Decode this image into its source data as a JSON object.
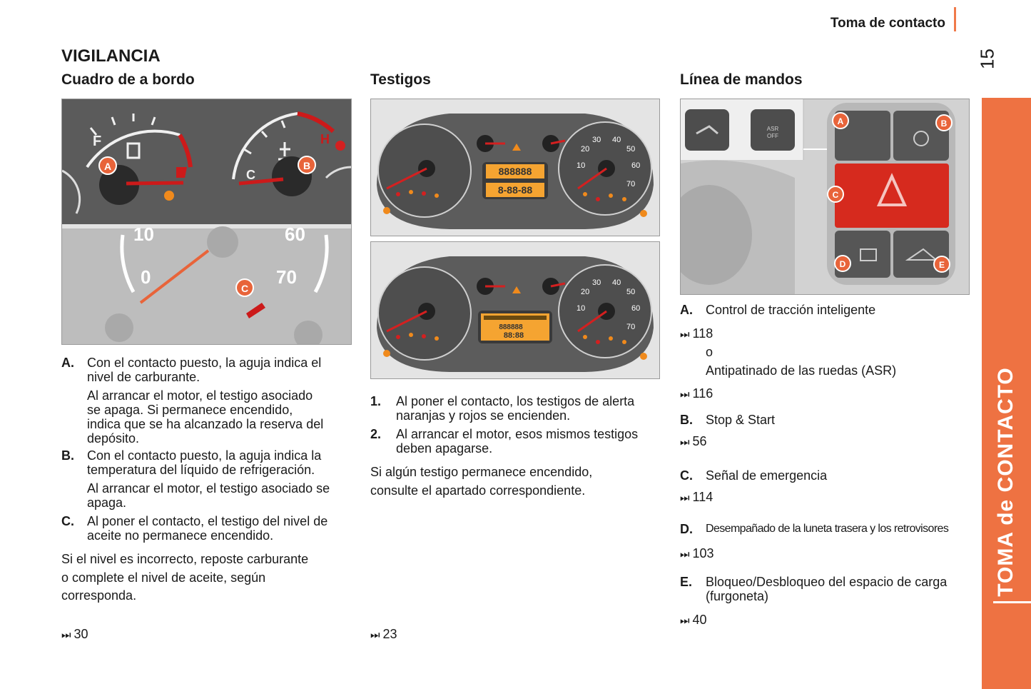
{
  "header": {
    "section": "Toma de contacto",
    "page": "15"
  },
  "side_tab": {
    "label": "TOMA de CONTACTO"
  },
  "title": "VIGILANCIA",
  "col1": {
    "heading": "Cuadro de a bordo",
    "image": {
      "markers": [
        "A",
        "B",
        "C"
      ],
      "gauge_labels": [
        "F",
        "10",
        "0",
        "60",
        "70"
      ]
    },
    "items": [
      {
        "letter": "A.",
        "lines": [
          "Con el contacto puesto, la aguja indica el",
          "nivel de carburante."
        ]
      },
      {
        "letter": "",
        "lines": [
          "Al arrancar el motor, el testigo asociado",
          "se apaga. Si permanece encendido,",
          "indica que se ha alcanzado la reserva del",
          "depósito."
        ]
      },
      {
        "letter": "B.",
        "lines": [
          "Con el contacto puesto, la aguja indica la",
          "temperatura del líquido de refrigeración."
        ]
      },
      {
        "letter": "",
        "lines": [
          "Al arrancar el motor, el testigo asociado se",
          "apaga."
        ]
      },
      {
        "letter": "C.",
        "lines": [
          "Al poner el contacto, el testigo del nivel de",
          "aceite no permanece encendido."
        ]
      }
    ],
    "note": [
      "Si el nivel es incorrecto, reposte carburante",
      "o complete el nivel de aceite, según",
      "corresponda."
    ],
    "ref": "30"
  },
  "col2": {
    "heading": "Testigos",
    "cluster1": {
      "display_top": "888888",
      "display_bottom": "8-88-88"
    },
    "cluster2": {
      "display_top": "888888",
      "display_bottom": "88:88"
    },
    "items": [
      {
        "letter": "1.",
        "lines": [
          "Al poner el contacto, los testigos de alerta",
          "naranjas y rojos se encienden."
        ]
      },
      {
        "letter": "2.",
        "lines": [
          "Al arrancar el motor, esos mismos testigos",
          "deben apagarse."
        ]
      }
    ],
    "note": [
      "Si algún testigo permanece encendido,",
      "consulte el apartado correspondiente."
    ],
    "ref": "23"
  },
  "col3": {
    "heading": "Línea de mandos",
    "image": {
      "markers": [
        "A",
        "B",
        "C",
        "D",
        "E"
      ],
      "asr_label": [
        "ASR",
        "OFF"
      ]
    },
    "entries": [
      {
        "letter": "A.",
        "text": "Control de tracción inteligente",
        "ref": "118",
        "or": "o",
        "extra": "Antipatinado de las ruedas (ASR)",
        "ref2": "116"
      },
      {
        "letter": "B.",
        "text": "Stop & Start",
        "ref": "56"
      },
      {
        "letter": "C.",
        "text": "Señal de emergencia",
        "ref": "114"
      },
      {
        "letter": "D.",
        "text": "Desempañado de la luneta trasera y los retrovisores",
        "ref": "103"
      },
      {
        "letter": "E.",
        "lines": [
          "Bloqueo/Desbloqueo del espacio de carga",
          "(furgoneta)"
        ],
        "ref": "40"
      }
    ]
  },
  "colors": {
    "accent": "#ee7242",
    "marker": "#e8643a",
    "warning_red": "#d42020",
    "lcd": "#f5a431"
  },
  "icons": {
    "reference": "skip-forward-icon"
  }
}
